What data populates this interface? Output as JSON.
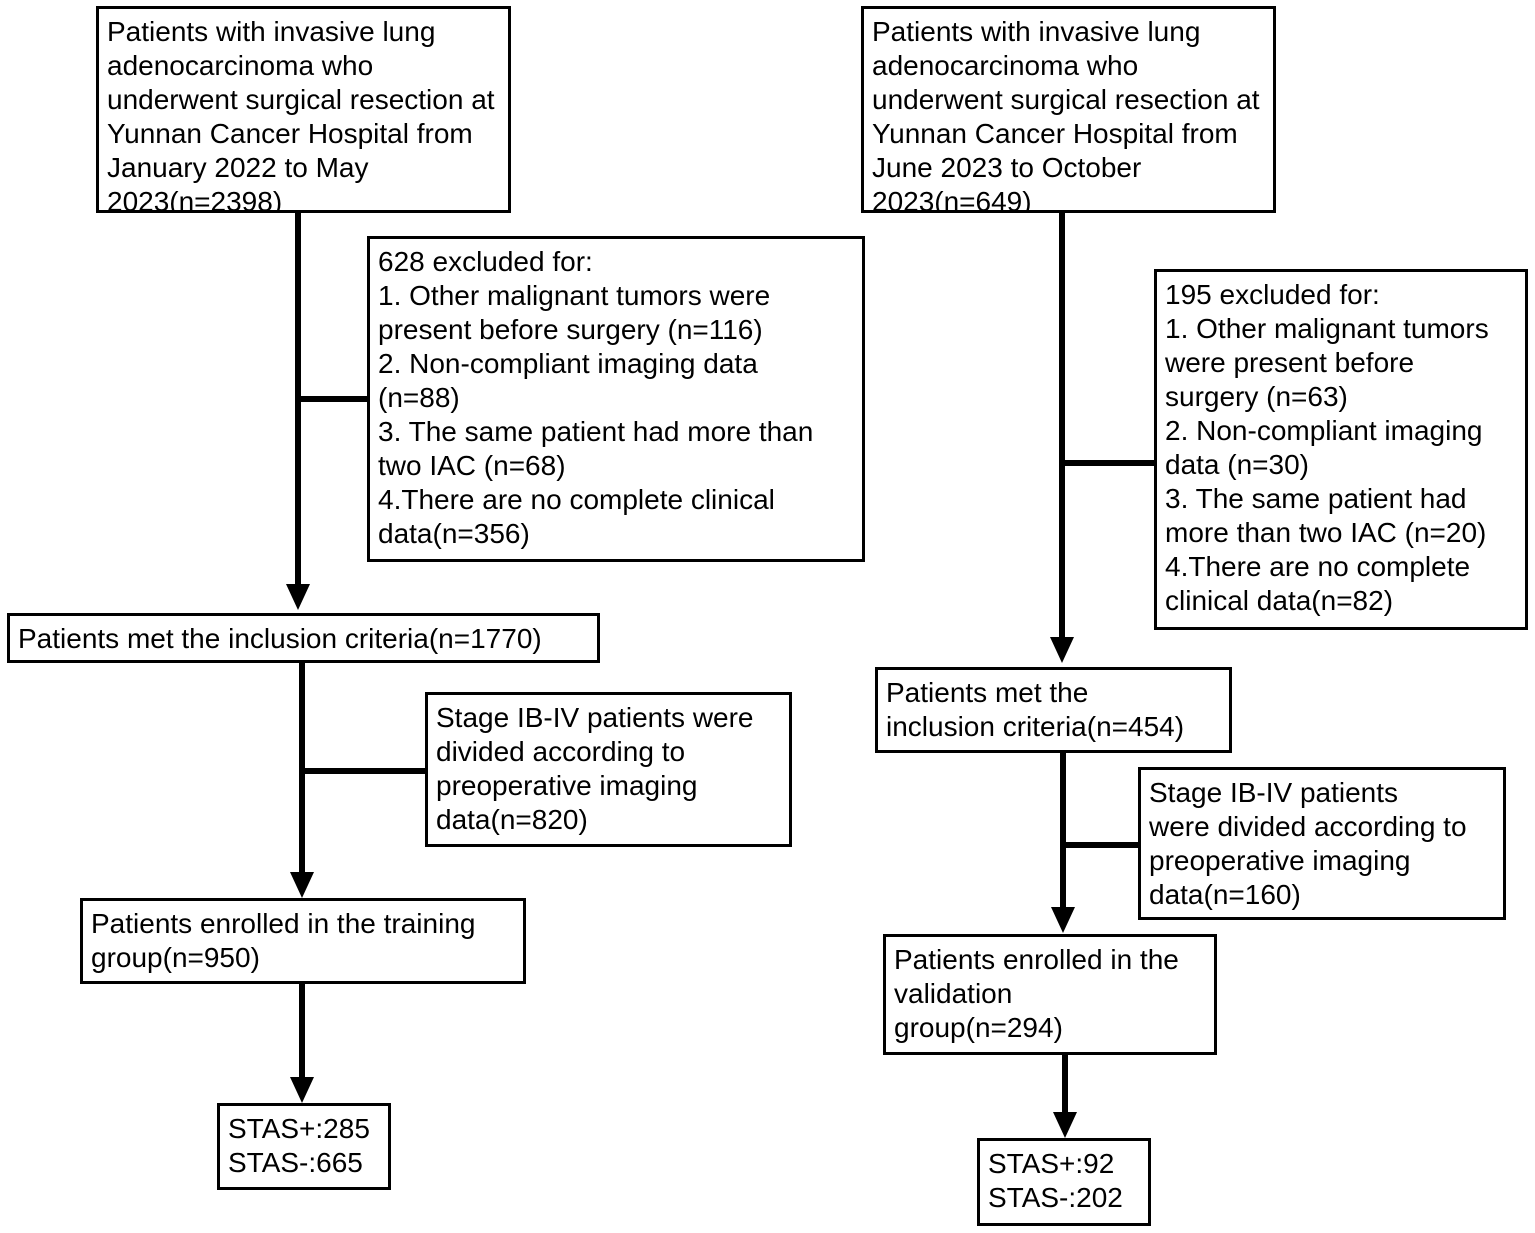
{
  "left": {
    "source": "Patients with invasive lung\nadenocarcinoma who\nunderwent surgical resection at\nYunnan Cancer Hospital from\nJanuary 2022 to May\n2023(n=2398)",
    "excluded_1": "628 excluded for:\n1. Other malignant tumors were\npresent before surgery (n=116)\n2. Non-compliant imaging data\n(n=88)\n3. The same patient had more than\ntwo IAC (n=68)\n4.There are no complete clinical\ndata(n=356)",
    "inclusion": "Patients met the inclusion criteria(n=1770)",
    "excluded_2": "Stage IB-IV patients were\ndivided according to\npreoperative imaging\ndata(n=820)",
    "enrolled": "Patients enrolled in the training\ngroup(n=950)",
    "stas": "STAS+:285\nSTAS-:665"
  },
  "right": {
    "source": "Patients with invasive lung\nadenocarcinoma who\nunderwent surgical resection at\nYunnan Cancer Hospital from\nJune 2023 to October\n2023(n=649)",
    "excluded_1": "195 excluded for:\n1. Other malignant tumors\nwere present before\nsurgery (n=63)\n2. Non-compliant imaging\ndata (n=30)\n3. The same patient had\nmore than two IAC (n=20)\n4.There are no complete\nclinical data(n=82)",
    "inclusion": "Patients met the\ninclusion criteria(n=454)",
    "excluded_2": "Stage IB-IV patients\nwere divided according to\npreoperative imaging\ndata(n=160)",
    "enrolled": "Patients enrolled in the\nvalidation\ngroup(n=294)",
    "stas": "STAS+:92\nSTAS-:202"
  }
}
